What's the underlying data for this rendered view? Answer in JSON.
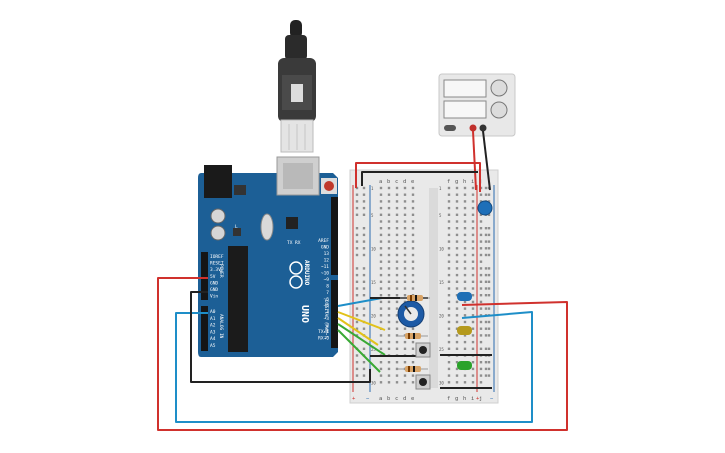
{
  "arduino": {
    "brand": "ARDUINO",
    "model": "UNO",
    "power_labels": [
      "IOREF",
      "RESET",
      "3.3V",
      "5V",
      "GND",
      "GND",
      "Vin"
    ],
    "power_header": "POWER",
    "analog_labels": [
      "A0",
      "A1",
      "A2",
      "A3",
      "A4",
      "A5"
    ],
    "analog_header": "ANALOG IN",
    "digital_labels": [
      "AREF",
      "GND",
      "13",
      "12",
      "~11",
      "~10",
      "~9",
      "8",
      "7",
      "~6",
      "~5",
      "4",
      "~3",
      "2",
      "TX▸1",
      "RX◂0"
    ],
    "digital_header": "DIGITAL (PWM~)",
    "tx_label": "TX",
    "rx_label": "RX",
    "l_label": "L"
  },
  "breadboard": {
    "col_letters_left": [
      "a",
      "b",
      "c",
      "d",
      "e"
    ],
    "col_letters_right": [
      "f",
      "g",
      "h",
      "i",
      "j"
    ],
    "row_numbers": [
      "1",
      "5",
      "10",
      "15",
      "20",
      "25",
      "30"
    ],
    "plus": "+",
    "minus": "−"
  },
  "components": {
    "leds": [
      {
        "name": "blue-led",
        "color": "#1f6fb5"
      },
      {
        "name": "yellow-led",
        "color": "#b59a1d"
      },
      {
        "name": "green-led",
        "color": "#2aa22a"
      }
    ],
    "wire_colors": {
      "red": "#d0312d",
      "black": "#222222",
      "blue": "#1e8ec8",
      "yellow": "#e2c21a",
      "green": "#39a935"
    }
  }
}
